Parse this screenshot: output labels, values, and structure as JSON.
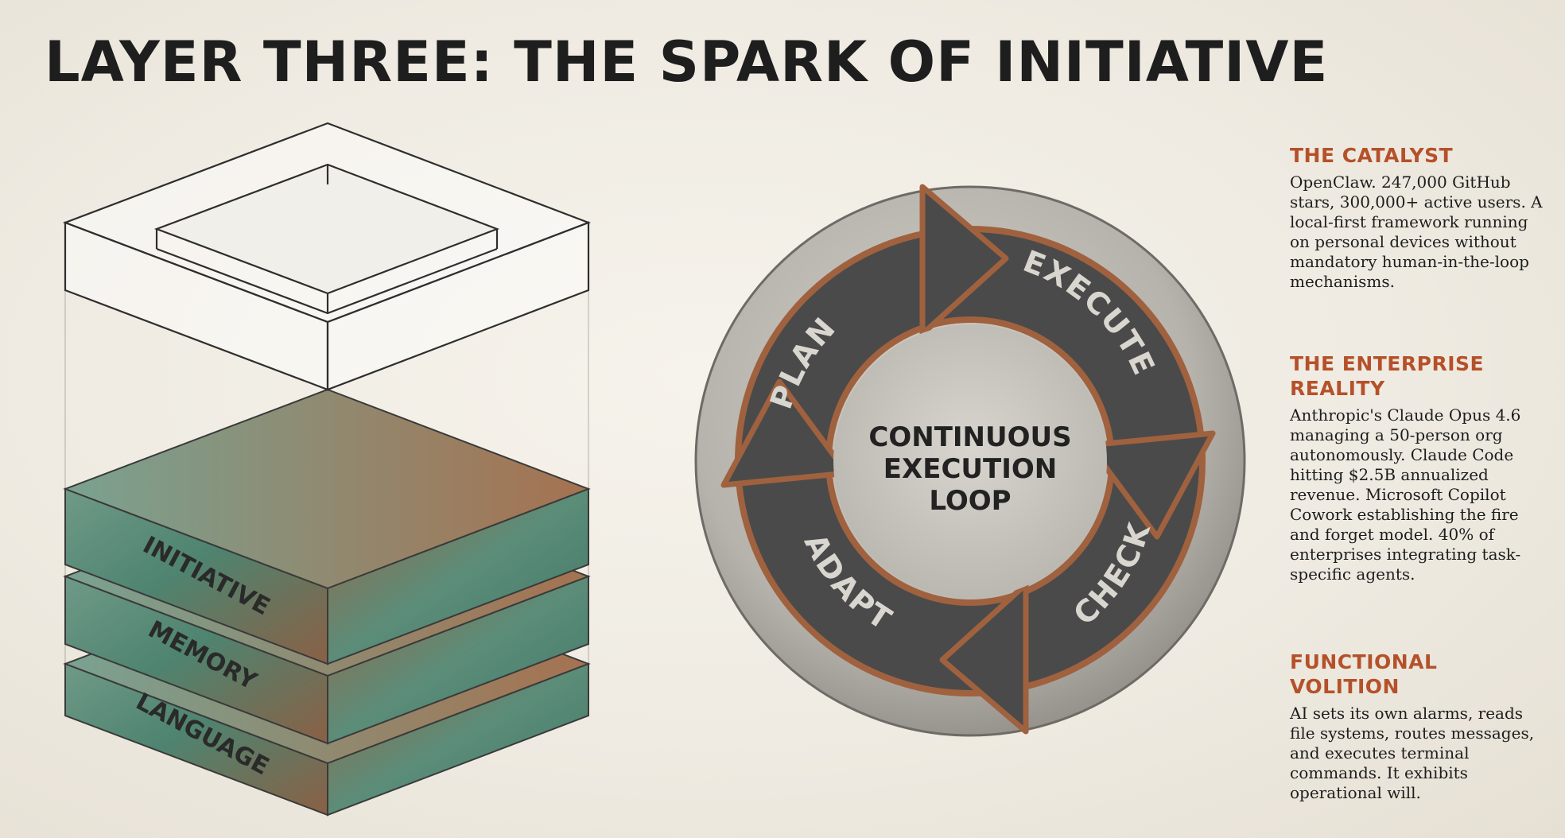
{
  "title": "LAYER THREE: THE SPARK OF INITIATIVE",
  "stack": {
    "layers": [
      "INITIATIVE",
      "MEMORY",
      "LANGUAGE"
    ]
  },
  "loop": {
    "center_lines": [
      "CONTINUOUS",
      "EXECUTION",
      "LOOP"
    ],
    "steps": [
      "PLAN",
      "EXECUTE",
      "CHECK",
      "ADAPT"
    ]
  },
  "sidebar": {
    "sections": [
      {
        "heading": "THE CATALYST",
        "body": "OpenClaw. 247,000 GitHub stars, 300,000+ active users. A local-first framework running on personal devices without mandatory human-in-the-loop mechanisms."
      },
      {
        "heading": "THE ENTERPRISE REALITY",
        "body": "Anthropic's Claude Opus 4.6 managing a 50-person org autonomously. Claude Code hitting $2.5B annualized revenue. Microsoft Copilot Cowork establishing the fire and forget model. 40% of enterprises integrating task-specific agents."
      },
      {
        "heading": "FUNCTIONAL VOLITION",
        "body": "AI sets its own alarms, reads file systems, routes messages, and executes terminal commands. It exhibits operational will."
      }
    ]
  },
  "colors": {
    "accent": "#b5512a",
    "patina": "#4f8a78",
    "copper": "#a0613f",
    "stone": "#b9b6af",
    "arrow": "#4a4a4a"
  }
}
